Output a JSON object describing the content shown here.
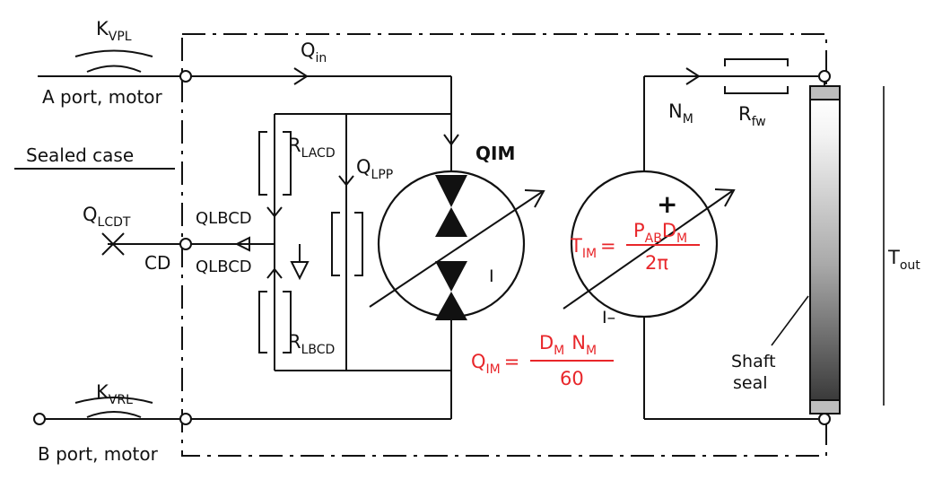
{
  "labels": {
    "kvpl": {
      "main": "K",
      "sub": "VPL"
    },
    "kvrl": {
      "main": "K",
      "sub": "VRL"
    },
    "a_port": "A port, motor",
    "b_port": "B port, motor",
    "sealed_case": "Sealed case",
    "qlcdt": {
      "main": "Q",
      "sub": "LCDT"
    },
    "cd": "CD",
    "qlbcd_top": "QLBCD",
    "qlbcd_bottom": "QLBCD",
    "rlacd": {
      "main": "R",
      "sub": "LACD"
    },
    "rlbcd": {
      "main": "R",
      "sub": "LBCD"
    },
    "qlpp": {
      "main": "Q",
      "sub": "LPP"
    },
    "qin": {
      "main": "Q",
      "sub": "in"
    },
    "qim": "QIM",
    "pump_i": "I",
    "torque_i": "I–",
    "plus": "+",
    "nm": {
      "main": "N",
      "sub": "M"
    },
    "rfw": {
      "main": "R",
      "sub": "fw"
    },
    "tout": {
      "main": "T",
      "sub": "out"
    },
    "shaft_seal": [
      "Shaft",
      "seal"
    ]
  },
  "equations": {
    "tim": {
      "lhs_main": "T",
      "lhs_sub": "IM",
      "eq": "=",
      "num": [
        {
          "main": "P",
          "sub": "AB"
        },
        {
          "main": "D",
          "sub": "M"
        }
      ],
      "den": "2π"
    },
    "qim": {
      "lhs_main": "Q",
      "lhs_sub": "IM",
      "eq": "=",
      "num": [
        {
          "main": "D",
          "sub": "M"
        },
        {
          "main": "N",
          "sub": "M"
        }
      ],
      "den": "60"
    }
  },
  "colors": {
    "ink": "#111111",
    "equation": "#e8262a"
  }
}
